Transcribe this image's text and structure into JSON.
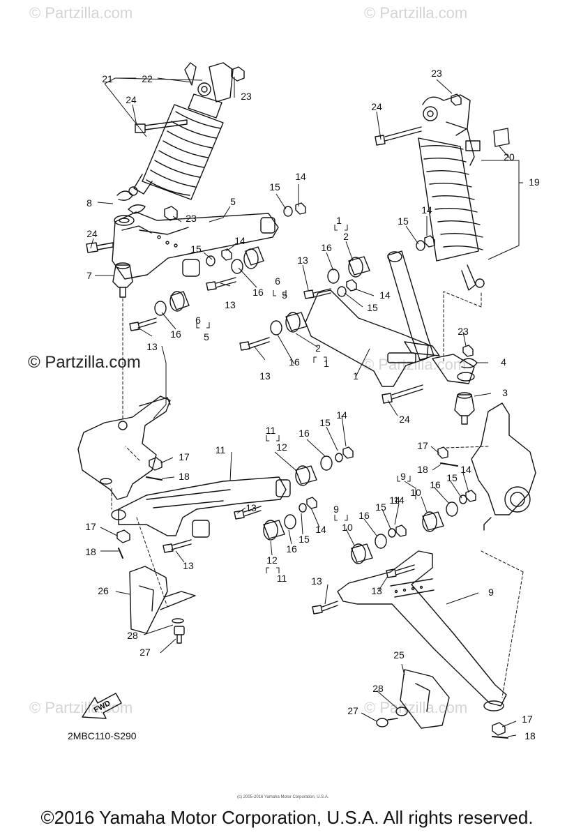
{
  "watermarks": {
    "faint": "© Partzilla.com",
    "bold": "© Partzilla.com"
  },
  "diagram_code": "2MBC110-S290",
  "tiny_copyright": "(c) 2005-2016 Yamaha Motor Corporation, U.S.A.",
  "footer_copyright": "©2016 Yamaha Motor Corporation, U.S.A. All rights reserved.",
  "fwd_label": "FWD",
  "callouts": {
    "c21": "21",
    "c22": "22",
    "c23a": "23",
    "c24a": "24",
    "c8": "8",
    "c23b": "23",
    "c5": "5",
    "c15a": "15",
    "c14a": "14",
    "c24b": "24",
    "c15b": "15",
    "c14b": "14",
    "c7": "7",
    "c13a": "13",
    "c16a": "16",
    "c6a": "6",
    "c5a": "5",
    "c16b": "16",
    "c6b": "6",
    "c5b": "5",
    "c13b": "13",
    "c23c": "23",
    "c24c": "24",
    "c20": "20",
    "c19": "19",
    "c14c": "14",
    "c15c": "15",
    "c1a": "1",
    "c2a": "2",
    "c16c": "16",
    "c13c": "13",
    "c14d": "14",
    "c15d": "15",
    "c2b": "2",
    "c1b": "1",
    "c16d": "16",
    "c13d": "13",
    "c1c": "1",
    "c23d": "23",
    "c4": "4",
    "c3": "3",
    "c24d": "24",
    "c11a": "11",
    "c12a": "12",
    "c16e": "16",
    "c15e": "15",
    "c14e": "14",
    "c11b": "11",
    "c17a": "17",
    "c18a": "18",
    "c13e": "13",
    "c17b": "17",
    "c18b": "18",
    "c13f": "13",
    "c12b": "12",
    "c11c": "11",
    "c16f": "16",
    "c15f": "15",
    "c14f": "14",
    "c17c": "17",
    "c18c": "18",
    "c14g": "14",
    "c9a": "9",
    "c10a": "10",
    "c16g": "16",
    "c15g": "15",
    "c14h": "14",
    "c10b": "10",
    "c9b": "9",
    "c16h": "16",
    "c15h": "15",
    "c14i": "14",
    "c13g": "13",
    "c13h": "13",
    "c9c": "9",
    "c26": "26",
    "c28a": "28",
    "c27a": "27",
    "c25": "25",
    "c28b": "28",
    "c27b": "27",
    "c17d": "17",
    "c18d": "18"
  }
}
